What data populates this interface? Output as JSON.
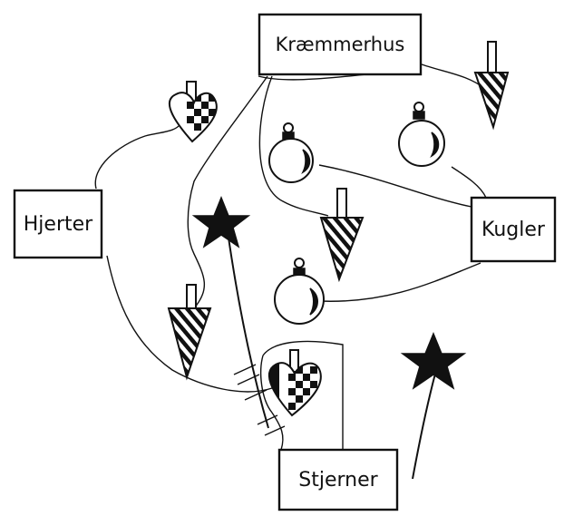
{
  "labels": {
    "kraemmerhus": "Kræmmerhus",
    "hjerter": "Hjerter",
    "kugler": "Kugler",
    "stjerner": "Stjerner"
  },
  "icons": {
    "cones": [
      "cone-icon",
      "cone-icon",
      "cone-icon"
    ],
    "baubles": [
      "bauble-icon",
      "bauble-icon",
      "bauble-icon"
    ],
    "hearts": [
      "woven-heart-icon",
      "woven-heart-icon"
    ],
    "stars": [
      "star-icon",
      "star-icon"
    ]
  },
  "colors": {
    "ink": "#111111",
    "paper": "#ffffff"
  }
}
